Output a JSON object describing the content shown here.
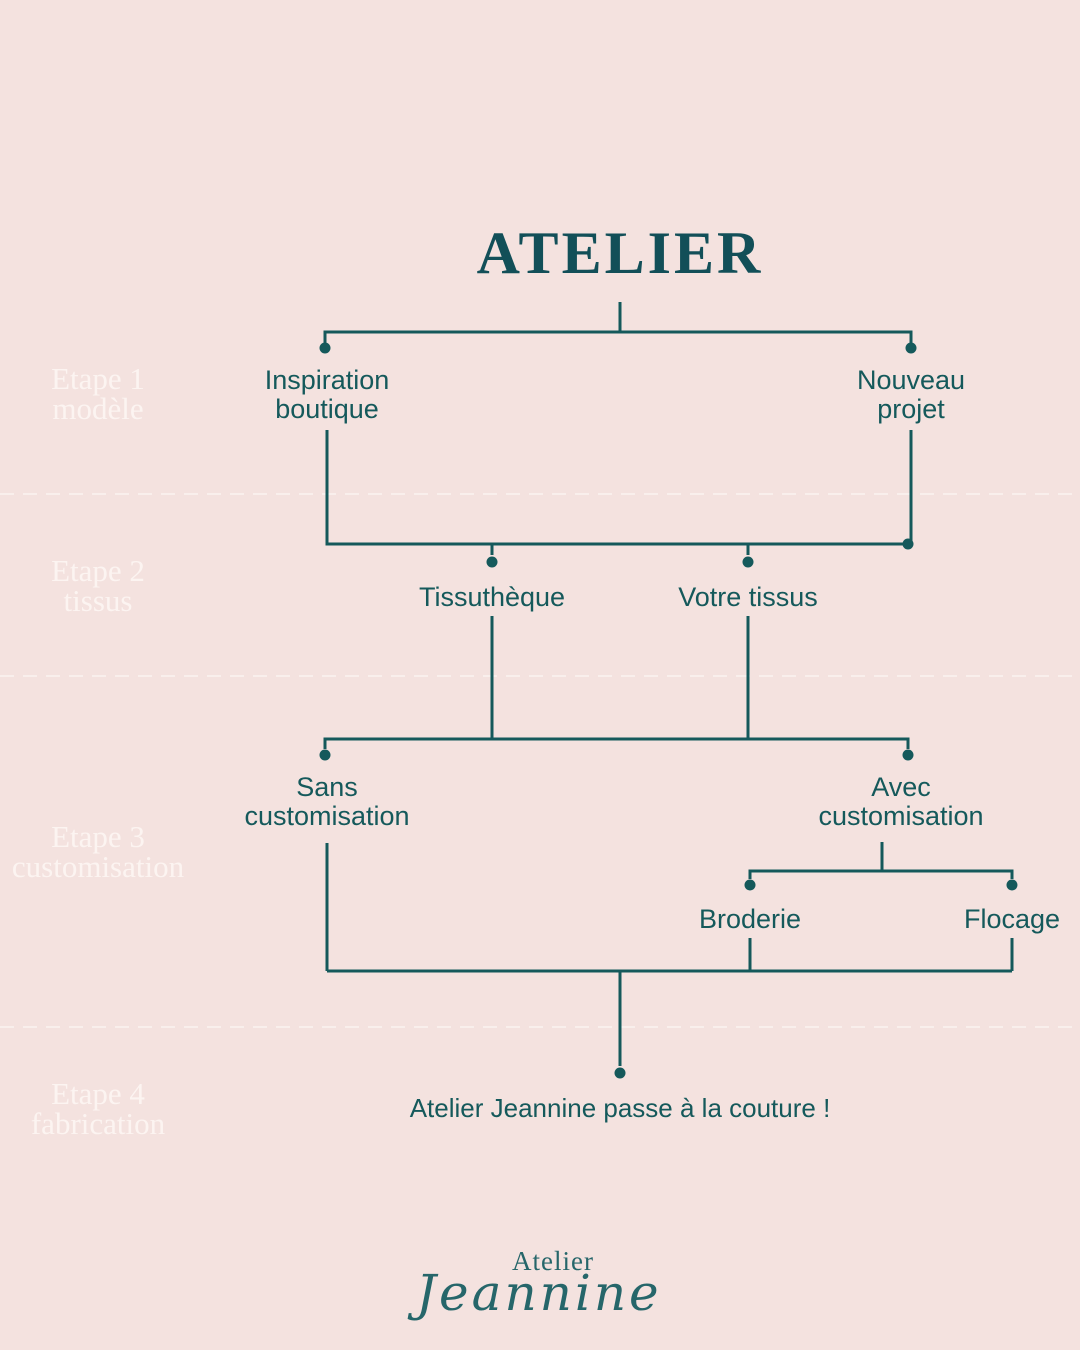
{
  "title": "ATELIER",
  "colors": {
    "background": "#F4E2DF",
    "accent_teal": "#15595B",
    "title_teal": "#124F58",
    "step_label": "#FCF4F1",
    "divider": "#FBF2EF"
  },
  "steps": [
    {
      "label": "Etape 1\nmodèle"
    },
    {
      "label": "Etape 2\ntissus"
    },
    {
      "label": "Etape 3\ncustomisation"
    },
    {
      "label": "Etape 4\nfabrication"
    }
  ],
  "nodes": {
    "inspiration": "Inspiration\nboutique",
    "nouveau_projet": "Nouveau\nprojet",
    "tissutheque": "Tissuthèque",
    "votre_tissus": "Votre tissus",
    "sans_customisation": "Sans\ncustomisation",
    "avec_customisation": "Avec\ncustomisation",
    "broderie": "Broderie",
    "flocage": "Flocage",
    "final": "Atelier Jeannine passe à la couture !"
  },
  "logo": {
    "line1": "Atelier",
    "line2": "Jeannine"
  }
}
